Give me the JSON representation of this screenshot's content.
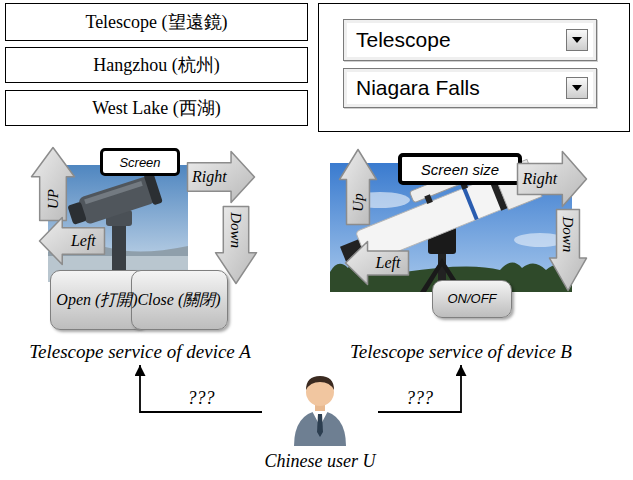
{
  "diagram": {
    "nodes": [
      {
        "text": [
          "Telescope (望遠鏡)"
        ]
      },
      {
        "text": [
          "Hangzhou (杭州)"
        ]
      },
      {
        "text": [
          "West Lake (西湖)"
        ]
      },
      {
        "text": []
      },
      {
        "text": [
          "Telescope"
        ],
        "in": 3
      },
      {
        "text": [
          "Niagara Falls"
        ],
        "in": 3
      },
      {
        "text": [
          "Telescope service of device A"
        ]
      },
      {
        "text": [
          "UP"
        ],
        "in": 6
      },
      {
        "text": [
          "Screen"
        ],
        "in": 6
      },
      {
        "text": [
          "Right"
        ],
        "in": 6
      },
      {
        "text": [
          "Left"
        ],
        "in": 6
      },
      {
        "text": [
          "Down"
        ],
        "in": 6
      },
      {
        "text": [
          "Open (打開)"
        ],
        "in": 6
      },
      {
        "text": [
          "Close (關閉)"
        ],
        "in": 6
      },
      {
        "text": [
          "Telescope service of device B"
        ]
      },
      {
        "text": [
          "Up"
        ],
        "in": 14
      },
      {
        "text": [
          "Screen size"
        ],
        "in": 14
      },
      {
        "text": [
          "Right"
        ],
        "in": 14
      },
      {
        "text": [
          "Left"
        ],
        "in": 14
      },
      {
        "text": [
          "Down"
        ],
        "in": 14
      },
      {
        "text": [
          "ON/OFF"
        ],
        "in": 14
      },
      {
        "text": [
          "Chinese user U"
        ]
      }
    ],
    "edges": [
      {
        "from": 21,
        "to": 6,
        "arrow": "to",
        "label": "???"
      },
      {
        "from": 21,
        "to": 14,
        "arrow": "to",
        "label": "???"
      }
    ]
  }
}
